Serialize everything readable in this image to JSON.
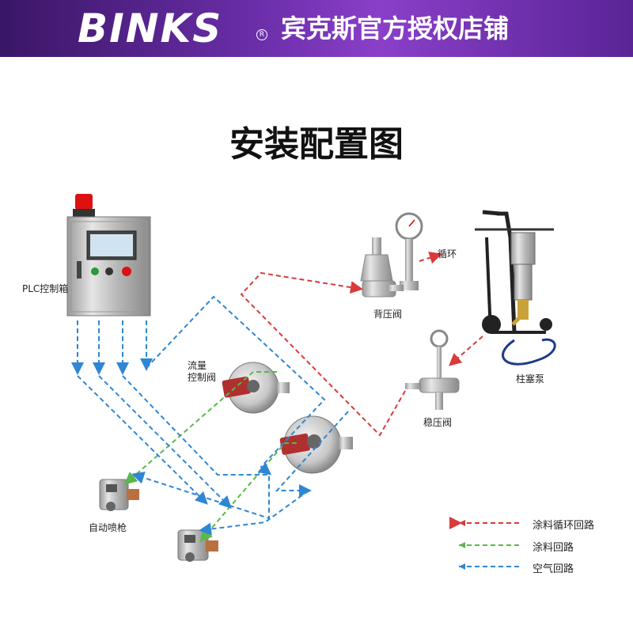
{
  "header": {
    "brand": "BINKS",
    "registered": "R",
    "store": "宾克斯官方授权店铺"
  },
  "title": "安装配置图",
  "components": {
    "plc": "PLC控制箱",
    "flow_valve_line1": "流量",
    "flow_valve_line2": "控制阀",
    "back_pressure_valve": "背压阀",
    "circulation": "循环",
    "piston_pump": "柱塞泵",
    "regulator_valve": "稳压阀",
    "auto_gun": "自动喷枪"
  },
  "legend": [
    {
      "label": "涂料循环回路",
      "color": "#d93a3a"
    },
    {
      "label": "涂料回路",
      "color": "#5ab84a"
    },
    {
      "label": "空气回路",
      "color": "#2f86d4"
    }
  ],
  "colors": {
    "banner": "#6a2ea8",
    "paint_circulation": "#d93a3a",
    "paint": "#5ab84a",
    "air": "#2f86d4"
  }
}
